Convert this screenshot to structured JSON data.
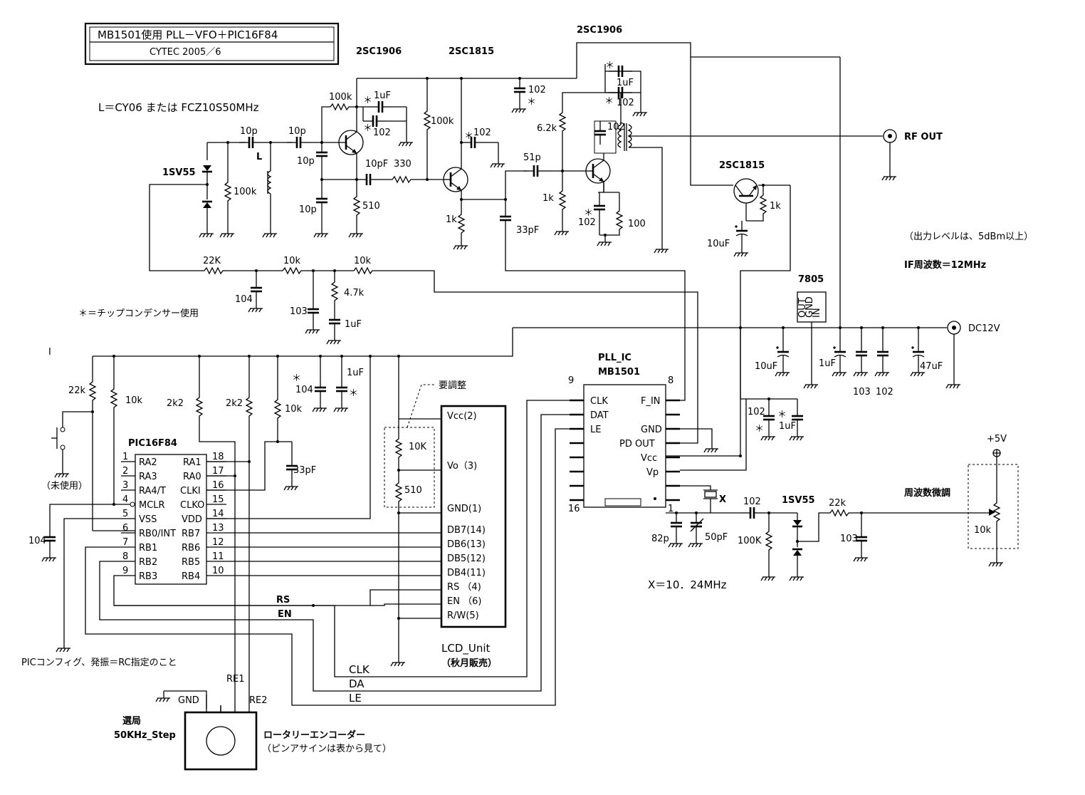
{
  "title_block": {
    "line1": "MB1501使用 PLL－VFO＋PIC16F84",
    "line2": "CYTEC 2005／6"
  },
  "notes": {
    "coil": "L＝CY06 または FCZ10S50MHz",
    "chip_cap": "＊＝チップコンデンサー使用",
    "output_level": "（出力レベルは、5dBm以上）",
    "if_freq": "IF周波数＝12MHz",
    "crystal": "X＝10．24MHz",
    "pic_config": "PICコンフィグ、発振＝RC指定のこと",
    "adjust": "要調整",
    "unused": "（未使用）",
    "encoder": "ロータリーエンコーダー",
    "encoder_note": "（ピンアサインは表から見て）",
    "tuning_label": "選局",
    "tuning_step": "50KHz_Step",
    "fine_tune": "周波数微調",
    "stray_mark": "I"
  },
  "transistors": {
    "q1": "2SC1906",
    "q2": "2SC1815",
    "q3": "2SC1906",
    "q4": "2SC1815"
  },
  "regulator": {
    "name": "7805",
    "out": "OUT",
    "gnd": "GND",
    "in": "IN"
  },
  "connectors": {
    "rf_out": "RF OUT",
    "dc_in": "DC12V",
    "vplus": "+5V"
  },
  "components": {
    "c10p_a": "10p",
    "c10p_b": "10p",
    "c10p_c": "10p",
    "c10p_d": "10p",
    "coil_L": "L",
    "varicap1": "1SV55",
    "r100k_a": "100k",
    "r100k_b": "100k",
    "r100k_c": "100k",
    "c1uF_a": "1uF",
    "c102_a": "102",
    "c102_b": "102",
    "c102_c": "102",
    "c102_d": "102",
    "c10pF": "10pF",
    "r330": "330",
    "r510_a": "510",
    "r1k_a": "1k",
    "c33pF_a": "33pF",
    "c51p": "51p",
    "r6k2": "6.2k",
    "r1k_b": "1k",
    "c102_e": "102",
    "r100": "100",
    "c1uF_b": "1uF",
    "c102_f": "102",
    "r1k_c": "1k",
    "c10uF_a": "10uF",
    "r22K": "22K",
    "r10k_a": "10k",
    "r10k_b": "10k",
    "c104_a": "104",
    "c103_a": "103",
    "r4k7": "4.7k",
    "c1uF_c": "1uF",
    "c10uF_b": "10uF",
    "c1uF_d": "1uF",
    "c103_b": "103",
    "c102_g": "102",
    "c47uF": "47uF",
    "r22k_b": "22k",
    "r10k_c": "10k",
    "r2k2_a": "2k2",
    "r2k2_b": "2k2",
    "r10k_d": "10k",
    "c104_b": "104",
    "c1uF_e": "1uF",
    "c33pF_b": "33pF",
    "c104_c": "104",
    "r10K_e": "10K",
    "r510_b": "510",
    "c102_h": "102",
    "c1uF_f": "1uF",
    "c82p": "82p",
    "c50pF": "50pF",
    "xtal": "X",
    "c102_i": "102",
    "r100k_d": "100K",
    "varicap2": "1SV55",
    "r22k_c": "22k",
    "c103_c": "103",
    "pot10k": "10k",
    "star": "＊"
  },
  "pic": {
    "name": "PIC16F84",
    "left": [
      {
        "n": "1",
        "s": "RA2"
      },
      {
        "n": "2",
        "s": "RA3"
      },
      {
        "n": "3",
        "s": "RA4/T"
      },
      {
        "n": "4",
        "s": "MCLR"
      },
      {
        "n": "5",
        "s": "VSS"
      },
      {
        "n": "6",
        "s": "RB0/INT"
      },
      {
        "n": "7",
        "s": "RB1"
      },
      {
        "n": "8",
        "s": "RB2"
      },
      {
        "n": "9",
        "s": "RB3"
      }
    ],
    "right": [
      {
        "n": "18",
        "s": "RA1"
      },
      {
        "n": "17",
        "s": "RA0"
      },
      {
        "n": "16",
        "s": "CLKI"
      },
      {
        "n": "15",
        "s": "CLKO"
      },
      {
        "n": "14",
        "s": "VDD"
      },
      {
        "n": "13",
        "s": "RB7"
      },
      {
        "n": "12",
        "s": "RB6"
      },
      {
        "n": "11",
        "s": "RB5"
      },
      {
        "n": "10",
        "s": "RB4"
      }
    ]
  },
  "lcd": {
    "name": "LCD_Unit",
    "vendor": "（秋月販売）",
    "pins": [
      "Vcc(2)",
      "Vo（3)",
      "GND(1)",
      "DB7(14)",
      "DB6(13)",
      "DB5(12)",
      "DB4(11)",
      "RS （4)",
      "EN （6)",
      "R/W(5)"
    ]
  },
  "pll": {
    "title1": "PLL_IC",
    "title2": "MB1501",
    "pin9": "9",
    "pin8": "8",
    "pin16": "16",
    "pin1": "1",
    "left": [
      "CLK",
      "DAT",
      "LE"
    ],
    "right": [
      "F_IN",
      "GND",
      "PD OUT",
      "Vcc",
      "Vp"
    ]
  },
  "nets": {
    "rs": "RS",
    "en": "EN",
    "clk": "CLK",
    "da": "DA",
    "le": "LE",
    "gnd": "GND",
    "re1": "RE1",
    "re2": "RE2"
  }
}
